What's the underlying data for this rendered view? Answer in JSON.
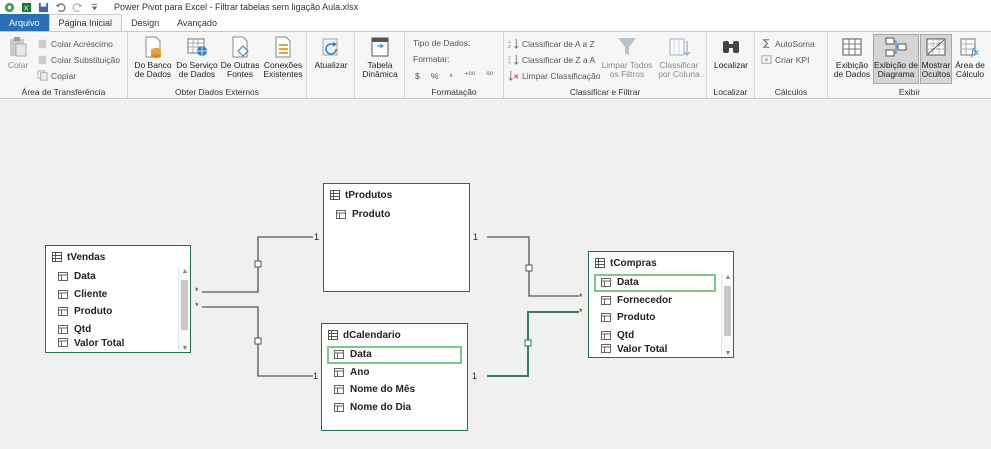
{
  "window": {
    "title": "Power Pivot para Excel - Filtrar tabelas sem ligação Aula.xlsx"
  },
  "tabs": [
    {
      "label": "Arquivo"
    },
    {
      "label": "Página Inicial"
    },
    {
      "label": "Design"
    },
    {
      "label": "Avançado"
    }
  ],
  "ribbon": {
    "clipboard": {
      "group": "Área de Transferência",
      "paste": "Colar",
      "paste_append": "Colar Acréscimo",
      "paste_replace": "Colar Substituição",
      "copy": "Copiar"
    },
    "external": {
      "group": "Obter Dados Externos",
      "db1": "Do Banco",
      "db2": "de Dados",
      "svc1": "Do Serviço",
      "svc2": "de Dados",
      "other1": "De Outras",
      "other2": "Fontes",
      "conn1": "Conexões",
      "conn2": "Existentes"
    },
    "refresh": {
      "label": "Atualizar"
    },
    "pivot": {
      "l1": "Tabela",
      "l2": "Dinâmica"
    },
    "format": {
      "group": "Formatação",
      "data_type": "Tipo de Dados:",
      "format": "Formatar:",
      "currency": "$",
      "percent": "%",
      "comma": "⁹",
      "inc": "⁺⁰⁰",
      "dec": "⁰⁰"
    },
    "sort": {
      "group": "Classificar e Filtrar",
      "az": "Classificar de A a Z",
      "za": "Classificar de Z a A",
      "clear": "Limpar Classificação",
      "clear_filters1": "Limpar Todos",
      "clear_filters2": "os Filtros",
      "sort_col1": "Classificar",
      "sort_col2": "por Coluna"
    },
    "find": {
      "group": "Localizar",
      "label": "Localizar"
    },
    "calc": {
      "group": "Cálculos",
      "autosum": "AutoSoma",
      "kpi": "Criar KPI"
    },
    "view": {
      "group": "Exibir",
      "data1": "Exibição",
      "data2": "de Dados",
      "diag1": "Exibição de",
      "diag2": "Diagrama",
      "hidden1": "Mostrar",
      "hidden2": "Ocultos",
      "calc1": "Área de",
      "calc2": "Cálculo"
    }
  },
  "tables": {
    "tProdutos": {
      "name": "tProdutos",
      "fields": [
        "Produto"
      ]
    },
    "tVendas": {
      "name": "tVendas",
      "fields": [
        "Data",
        "Cliente",
        "Produto",
        "Qtd",
        "Valor Total"
      ]
    },
    "dCalendario": {
      "name": "dCalendario",
      "fields": [
        "Data",
        "Ano",
        "Nome do Mês",
        "Nome do Dia"
      ]
    },
    "tCompras": {
      "name": "tCompras",
      "fields": [
        "Data",
        "Fornecedor",
        "Produto",
        "Qtd",
        "Valor Total"
      ]
    }
  },
  "relations": {
    "one": "1",
    "many": "*"
  },
  "colors": {
    "accent": "#217346",
    "file_tab": "#2a70b8",
    "selected_field": "#84c490"
  }
}
